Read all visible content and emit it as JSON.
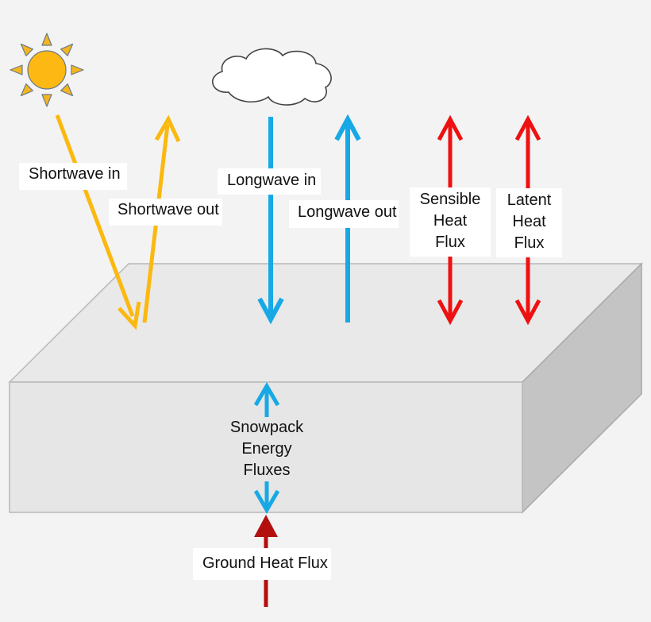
{
  "labels": {
    "shortwave_in": "Shortwave in",
    "shortwave_out": "Shortwave out",
    "longwave_in": "Longwave in",
    "longwave_out": "Longwave out",
    "sensible_heat_flux": [
      "Sensible",
      "Heat",
      "Flux"
    ],
    "latent_heat_flux": [
      "Latent",
      "Heat",
      "Flux"
    ],
    "snowpack_energy_fluxes": [
      "Snowpack",
      "Energy",
      "Fluxes"
    ],
    "ground_heat_flux": "Ground Heat Flux"
  },
  "colors": {
    "shortwave": "#fbb80f",
    "longwave": "#17a9e6",
    "turbulent": "#ee1111",
    "ground": "#b30f0f",
    "sun": "#fdb813",
    "sun_rays": "#f5b51f",
    "block_top": "#e9e9e9",
    "block_front": "#e6e6e6",
    "block_side": "#c4c4c4"
  },
  "icons": [
    "sun-icon",
    "cloud-icon"
  ]
}
